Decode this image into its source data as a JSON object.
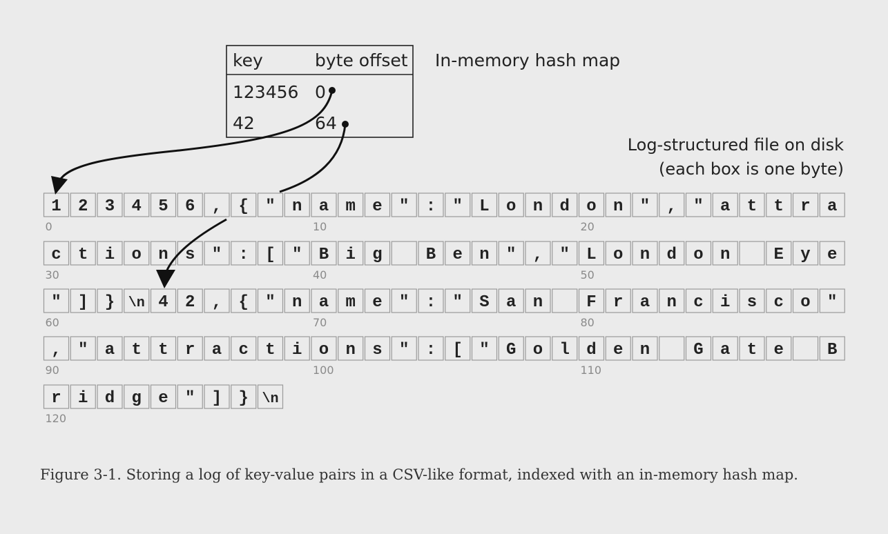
{
  "hash_map": {
    "header_key": "key",
    "header_offset": "byte offset",
    "label": "In-memory hash map",
    "rows": [
      {
        "key": "123456",
        "offset": "0"
      },
      {
        "key": "42",
        "offset": "64"
      }
    ]
  },
  "log_label": {
    "line1": "Log-structured file on disk",
    "line2": "(each box is one byte)"
  },
  "log_rows": [
    {
      "start": 0,
      "cells": [
        "1",
        "2",
        "3",
        "4",
        "5",
        "6",
        ",",
        "{",
        "\"",
        "n",
        "a",
        "m",
        "e",
        "\"",
        ":",
        "\"",
        "L",
        "o",
        "n",
        "d",
        "o",
        "n",
        "\"",
        ",",
        "\"",
        "a",
        "t",
        "t",
        "r",
        "a"
      ],
      "indices": [
        {
          "pos": 0,
          "label": "0"
        },
        {
          "pos": 10,
          "label": "10"
        },
        {
          "pos": 20,
          "label": "20"
        }
      ]
    },
    {
      "start": 30,
      "cells": [
        "c",
        "t",
        "i",
        "o",
        "n",
        "s",
        "\"",
        ":",
        "[",
        "\"",
        "B",
        "i",
        "g",
        " ",
        "B",
        "e",
        "n",
        "\"",
        ",",
        "\"",
        "L",
        "o",
        "n",
        "d",
        "o",
        "n",
        " ",
        "E",
        "y",
        "e"
      ],
      "indices": [
        {
          "pos": 0,
          "label": "30"
        },
        {
          "pos": 10,
          "label": "40"
        },
        {
          "pos": 20,
          "label": "50"
        }
      ]
    },
    {
      "start": 60,
      "cells": [
        "\"",
        "]",
        "}",
        "\\n",
        "4",
        "2",
        ",",
        "{",
        "\"",
        "n",
        "a",
        "m",
        "e",
        "\"",
        ":",
        "\"",
        "S",
        "a",
        "n",
        " ",
        "F",
        "r",
        "a",
        "n",
        "c",
        "i",
        "s",
        "c",
        "o",
        "\""
      ],
      "indices": [
        {
          "pos": 0,
          "label": "60"
        },
        {
          "pos": 10,
          "label": "70"
        },
        {
          "pos": 20,
          "label": "80"
        }
      ]
    },
    {
      "start": 90,
      "cells": [
        ",",
        "\"",
        "a",
        "t",
        "t",
        "r",
        "a",
        "c",
        "t",
        "i",
        "o",
        "n",
        "s",
        "\"",
        ":",
        "[",
        "\"",
        "G",
        "o",
        "l",
        "d",
        "e",
        "n",
        " ",
        "G",
        "a",
        "t",
        "e",
        " ",
        "B"
      ],
      "indices": [
        {
          "pos": 0,
          "label": "90"
        },
        {
          "pos": 10,
          "label": "100"
        },
        {
          "pos": 20,
          "label": "110"
        }
      ]
    },
    {
      "start": 120,
      "cells": [
        "r",
        "i",
        "d",
        "g",
        "e",
        "\"",
        "]",
        "}",
        "\\n"
      ],
      "indices": [
        {
          "pos": 0,
          "label": "120"
        }
      ]
    }
  ],
  "pointers": [
    {
      "from_row": 0,
      "to_byte": 0
    },
    {
      "from_row": 1,
      "to_byte": 64
    }
  ],
  "caption": "Figure 3-1. Storing a log of key-value pairs in a CSV-like format, indexed with an in-memory hash map."
}
